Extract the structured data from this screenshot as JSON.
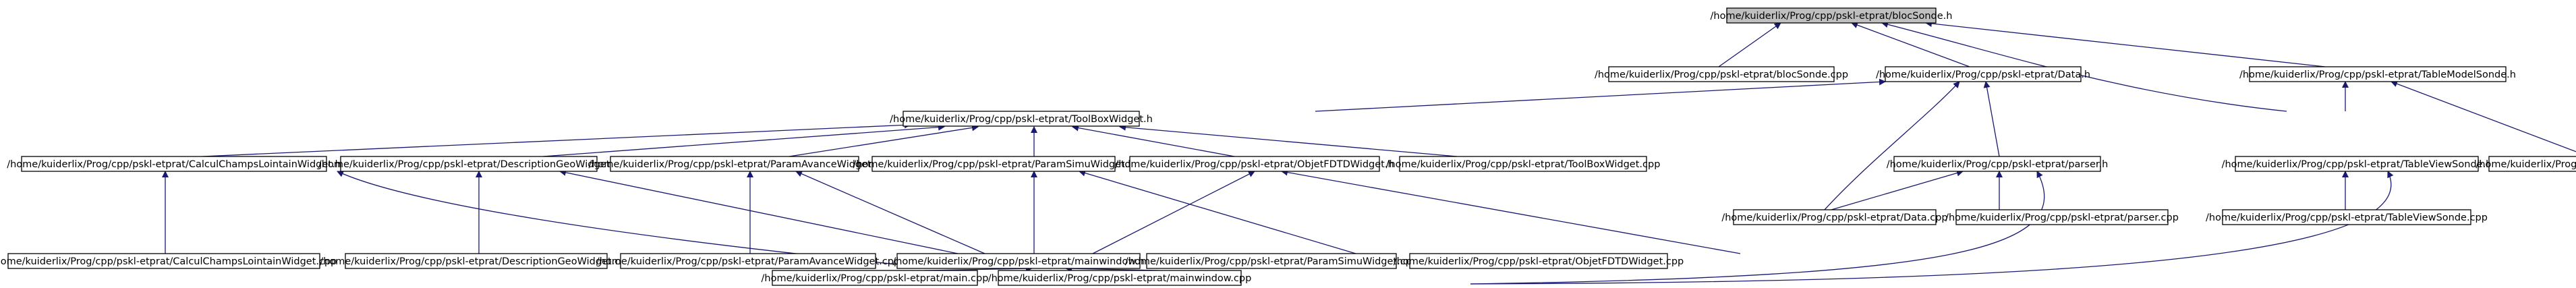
{
  "diagram": {
    "nodes": {
      "bloc_h": "/home/kuiderlix/Prog/cpp/pskl-etprat/blocSonde.h",
      "bloc_cpp": "/home/kuiderlix/Prog/cpp/pskl-etprat/blocSonde.cpp",
      "data_h": "/home/kuiderlix/Prog/cpp/pskl-etprat/Data.h",
      "tmodel_h": "/home/kuiderlix/Prog/cpp/pskl-etprat/TableModelSonde.h",
      "toolbox_h": "/home/kuiderlix/Prog/cpp/pskl-etprat/ToolBoxWidget.h",
      "parser_h": "/home/kuiderlix/Prog/cpp/pskl-etprat/parser.h",
      "tview_h": "/home/kuiderlix/Prog/cpp/pskl-etprat/TableViewSonde.h",
      "tmodel_cpp": "/home/kuiderlix/Prog/cpp/pskl-etprat/TableModelSonde.cpp",
      "calc_h": "/home/kuiderlix/Prog/cpp/pskl-etprat/CalculChampsLointainWidget.h",
      "desc_h": "/home/kuiderlix/Prog/cpp/pskl-etprat/DescriptionGeoWidget.h",
      "pavance_h": "/home/kuiderlix/Prog/cpp/pskl-etprat/ParamAvanceWidget.h",
      "psimu_h": "/home/kuiderlix/Prog/cpp/pskl-etprat/ParamSimuWidget.h",
      "objet_h": "/home/kuiderlix/Prog/cpp/pskl-etprat/ObjetFDTDWidget.h",
      "toolbox_cpp": "/home/kuiderlix/Prog/cpp/pskl-etprat/ToolBoxWidget.cpp",
      "data_cpp": "/home/kuiderlix/Prog/cpp/pskl-etprat/Data.cpp",
      "parser_cpp": "/home/kuiderlix/Prog/cpp/pskl-etprat/parser.cpp",
      "tview_cpp": "/home/kuiderlix/Prog/cpp/pskl-etprat/TableViewSonde.cpp",
      "calc_cpp": "/home/kuiderlix/Prog/cpp/pskl-etprat/CalculChampsLointainWidget.cpp",
      "desc_cpp": "/home/kuiderlix/Prog/cpp/pskl-etprat/DescriptionGeoWidget.cpp",
      "pavance_cpp": "/home/kuiderlix/Prog/cpp/pskl-etprat/ParamAvanceWidget.cpp",
      "mainwindow_h": "/home/kuiderlix/Prog/cpp/pskl-etprat/mainwindow.h",
      "psimu_cpp": "/home/kuiderlix/Prog/cpp/pskl-etprat/ParamSimuWidget.cpp",
      "objet_cpp": "/home/kuiderlix/Prog/cpp/pskl-etprat/ObjetFDTDWidget.cpp",
      "main_cpp": "/home/kuiderlix/Prog/cpp/pskl-etprat/main.cpp",
      "mainwindow_cpp": "/home/kuiderlix/Prog/cpp/pskl-etprat/mainwindow.cpp"
    },
    "colors": {
      "edge": "#191970",
      "root_fill": "#bfbfbf",
      "node_fill": "#ffffff",
      "node_border": "#000000"
    }
  }
}
